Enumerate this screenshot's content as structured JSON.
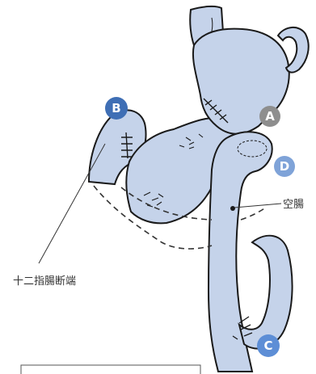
{
  "labels": {
    "jejunum": "空腸",
    "duodenal_stump": "十二指腸断端"
  },
  "markers": {
    "a": "A",
    "b": "B",
    "c": "C",
    "d": "D"
  },
  "colors": {
    "organ_fill": "#c5d3ea",
    "organ_stroke": "#1a1a1a",
    "marker_blue": "#3f6fb5",
    "marker_gray": "#8e8e8e",
    "marker_light_blue": "#7fa3d8",
    "dashed_line": "#333333"
  }
}
